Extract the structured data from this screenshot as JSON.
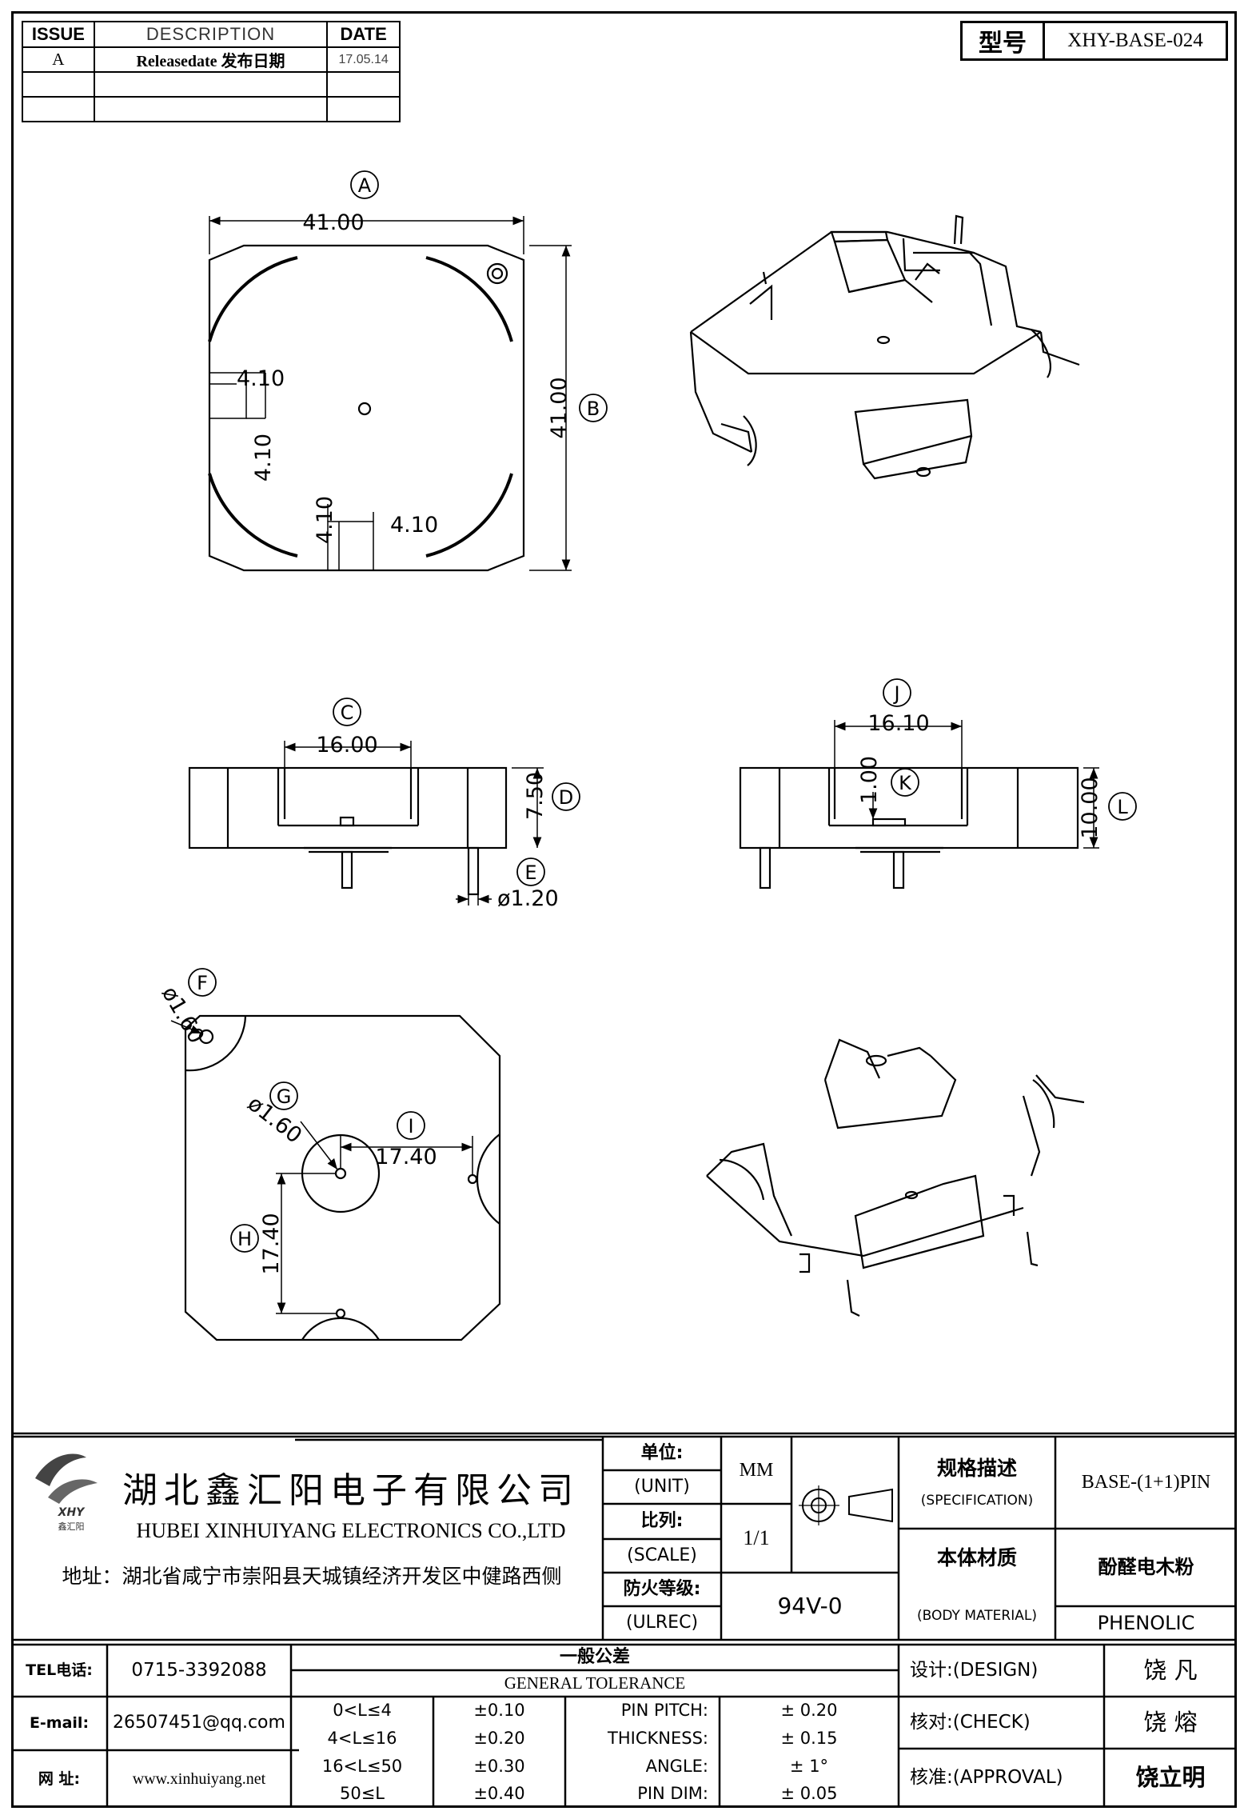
{
  "revision": {
    "headers": [
      "ISSUE",
      "DESCRIPTION",
      "DATE"
    ],
    "rows": [
      {
        "issue": "A",
        "description": "Releasedate 发布日期",
        "date": "17.05.14"
      },
      {
        "issue": "",
        "description": "",
        "date": ""
      },
      {
        "issue": "",
        "description": "",
        "date": ""
      }
    ]
  },
  "model": {
    "label": "型号",
    "value": "XHY-BASE-024"
  },
  "drawing": {
    "dims": {
      "A": "A",
      "B": "B",
      "C": "C",
      "D": "D",
      "E": "E",
      "F": "F",
      "G": "G",
      "H": "H",
      "I": "I",
      "J": "J",
      "K": "K",
      "L": "L",
      "width": "41.00",
      "height": "41.00",
      "pocket1": "4.10",
      "pocket2": "4.10",
      "pocket3": "4.10",
      "pocket4": "4.10",
      "c_width": "16.00",
      "d_height": "7.50",
      "e_pin": "ø1.20",
      "j_width": "16.10",
      "k_height": "1.00",
      "l_height": "10.00",
      "f_hole": "ø1.60",
      "g_hole": "ø1.60",
      "i_pitch": "17.40",
      "h_pitch": "17.40"
    }
  },
  "title_block": {
    "company_cn": "湖北鑫汇阳电子有限公司",
    "company_en": "HUBEI XINHUIYANG ELECTRONICS CO.,LTD",
    "address": "地址：湖北省咸宁市崇阳县天城镇经济开发区中健路西侧",
    "logo_text": "XHY",
    "logo_sub": "鑫汇阳",
    "unit_cn": "单位:",
    "unit_en": "(UNIT)",
    "unit_value": "MM",
    "scale_cn": "比列:",
    "scale_en": "(SCALE)",
    "scale_value": "1/1",
    "fire_cn": "防火等级:",
    "fire_en": "(ULREC)",
    "fire_value": "94V-0",
    "spec_cn": "规格描述",
    "spec_en": "(SPECIFICATION)",
    "spec_value": "BASE-(1+1)PIN",
    "material_cn": "本体材质",
    "material_en": "(BODY MATERIAL)",
    "material_value_cn": "酚醛电木粉",
    "material_value_en": "PHENOLIC",
    "tel_label": "TEL电话:",
    "tel_value": "0715-3392088",
    "email_label": "E-mail:",
    "email_value": "26507451@qq.com",
    "web_label": "网  址:",
    "web_value": "www.xinhuiyang.net",
    "tol_cn": "一般公差",
    "tol_en": "GENERAL TOLERANCE",
    "tol_rows": [
      {
        "range": "0<L≤4",
        "value": "±0.10",
        "item": "PIN PITCH:",
        "item_value": "± 0.20"
      },
      {
        "range": "4<L≤16",
        "value": "±0.20",
        "item": "THICKNESS:",
        "item_value": "± 0.15"
      },
      {
        "range": "16<L≤50",
        "value": "±0.30",
        "item": "ANGLE:",
        "item_value": "± 1°"
      },
      {
        "range": "50≤L",
        "value": "±0.40",
        "item": "PIN DIM:",
        "item_value": "± 0.05"
      }
    ],
    "design_label": "设计:(DESIGN)",
    "design_name": "饶  凡",
    "check_label": "核对:(CHECK)",
    "check_name": "饶  熔",
    "approval_label": "核准:(APPROVAL)",
    "approval_name": "饶立明"
  }
}
